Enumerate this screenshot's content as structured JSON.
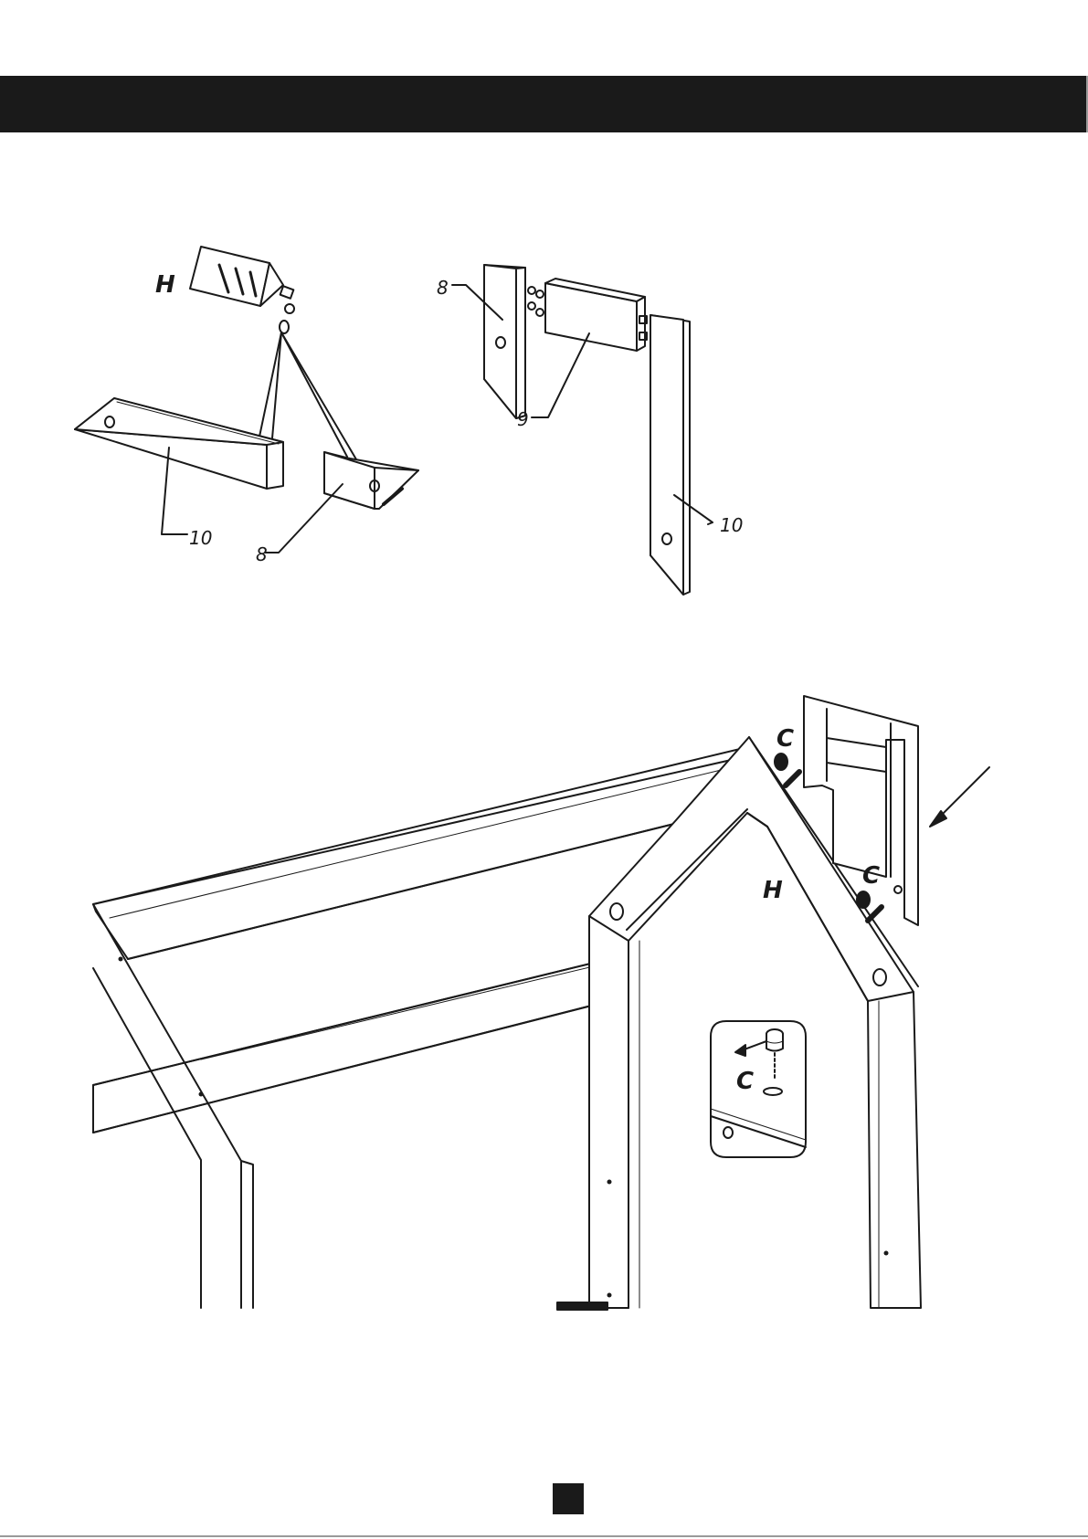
{
  "labels": {
    "glue": "H",
    "part8": "8",
    "part9": "9",
    "part10": "10",
    "cam_lock": "C"
  },
  "colors": {
    "ink": "#1a1a1a",
    "paper": "#ffffff"
  }
}
